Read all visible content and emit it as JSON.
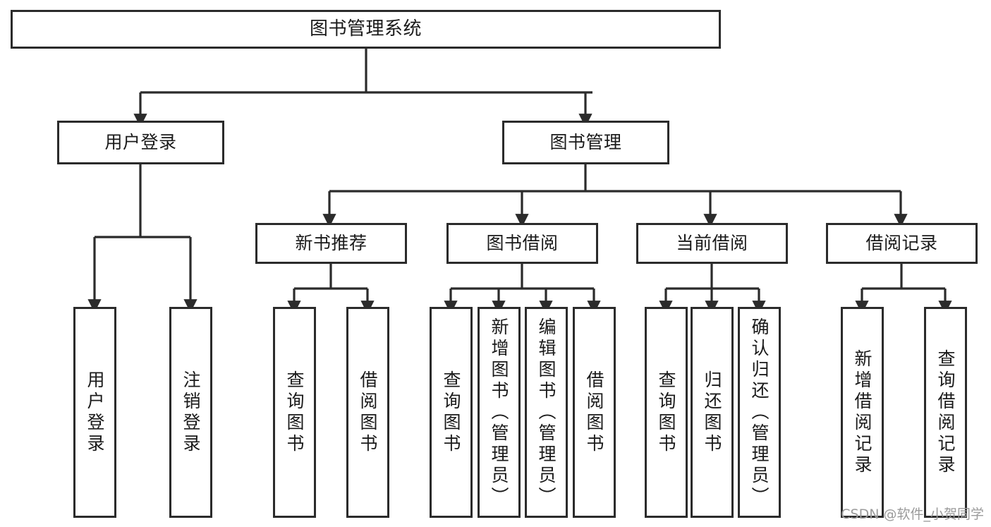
{
  "diagram": {
    "title_node": {
      "label": "图书管理系统"
    },
    "level2": [
      {
        "id": "user-login",
        "label": "用户登录"
      },
      {
        "id": "book-management",
        "label": "图书管理"
      }
    ],
    "level3": [
      {
        "id": "new-book-recommend",
        "label": "新书推荐"
      },
      {
        "id": "book-borrow",
        "label": "图书借阅"
      },
      {
        "id": "current-borrow",
        "label": "当前借阅"
      },
      {
        "id": "borrow-record",
        "label": "借阅记录"
      }
    ],
    "leaves": {
      "user_login": [
        {
          "id": "leaf-user-login",
          "label": "用户登录"
        },
        {
          "id": "leaf-logout-login",
          "label": "注销登录"
        }
      ],
      "new_book_recommend": [
        {
          "id": "leaf-query-book-1",
          "label": "查询图书"
        },
        {
          "id": "leaf-borrow-book-1",
          "label": "借阅图书"
        }
      ],
      "book_borrow": [
        {
          "id": "leaf-query-book-2",
          "label": "查询图书"
        },
        {
          "id": "leaf-add-book",
          "label": "新增图书（管理员）"
        },
        {
          "id": "leaf-edit-book",
          "label": "编辑图书（管理员）"
        },
        {
          "id": "leaf-borrow-book-2",
          "label": "借阅图书"
        }
      ],
      "current_borrow": [
        {
          "id": "leaf-query-book-3",
          "label": "查询图书"
        },
        {
          "id": "leaf-return-book",
          "label": "归还图书"
        },
        {
          "id": "leaf-confirm-return",
          "label": "确认归还（管理员）"
        }
      ],
      "borrow_record": [
        {
          "id": "leaf-add-record",
          "label": "新增借阅记录"
        },
        {
          "id": "leaf-query-record",
          "label": "查询借阅记录"
        }
      ]
    },
    "watermark": "CSDN @软件_小贺同学",
    "colors": {
      "border": "#2b2b2b",
      "background": "#ffffff",
      "text": "#1a1a1a",
      "watermark": "#9b9b9b"
    }
  }
}
